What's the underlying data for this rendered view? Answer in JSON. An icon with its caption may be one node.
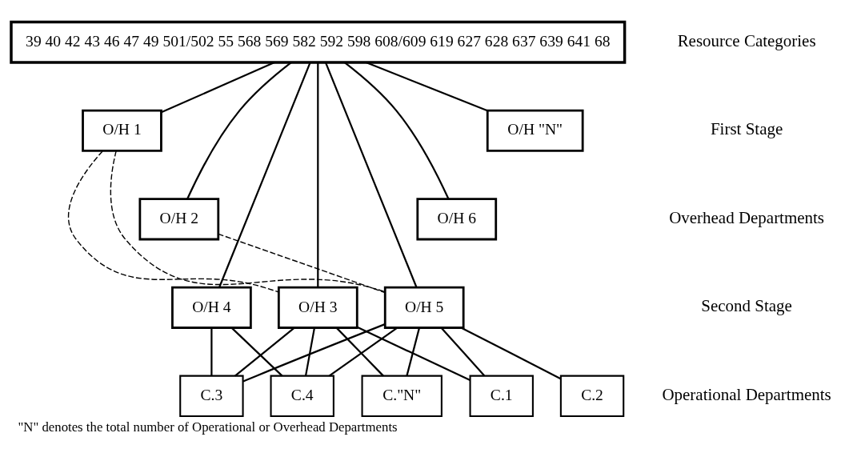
{
  "diagram": {
    "caption": "\"N\" denotes the total number of Operational or Overhead Departments",
    "nodes": [
      {
        "text": [
          "39 40 42 43 46 47 49 501/502 55 568 569 582 592 598 608/609 619 627 628 637 639 641 68"
        ]
      },
      {
        "text": [
          "O/H 1"
        ]
      },
      {
        "text": [
          "O/H 2"
        ]
      },
      {
        "text": [
          "O/H 3"
        ]
      },
      {
        "text": [
          "O/H 4"
        ]
      },
      {
        "text": [
          "O/H 5"
        ]
      },
      {
        "text": [
          "O/H 6"
        ]
      },
      {
        "text": [
          "O/H \"N\""
        ]
      },
      {
        "text": [
          "C.1"
        ]
      },
      {
        "text": [
          "C.2"
        ]
      },
      {
        "text": [
          "C.3"
        ]
      },
      {
        "text": [
          "C.4"
        ]
      },
      {
        "text": [
          "C.\"N\""
        ]
      }
    ],
    "edges": [
      {
        "from": 0,
        "to": 1,
        "arrow": "none"
      },
      {
        "from": 0,
        "to": 2,
        "arrow": "none"
      },
      {
        "from": 0,
        "to": 3,
        "arrow": "none"
      },
      {
        "from": 0,
        "to": 4,
        "arrow": "none"
      },
      {
        "from": 0,
        "to": 5,
        "arrow": "none"
      },
      {
        "from": 0,
        "to": 6,
        "arrow": "none"
      },
      {
        "from": 0,
        "to": 7,
        "arrow": "none"
      },
      {
        "from": 1,
        "to": 3,
        "arrow": "none",
        "style": "dashed"
      },
      {
        "from": 1,
        "to": 5,
        "arrow": "none",
        "style": "dashed"
      },
      {
        "from": 2,
        "to": 5,
        "arrow": "none",
        "style": "dashed"
      },
      {
        "from": 3,
        "to": 8,
        "arrow": "none"
      },
      {
        "from": 3,
        "to": 10,
        "arrow": "none"
      },
      {
        "from": 3,
        "to": 11,
        "arrow": "none"
      },
      {
        "from": 3,
        "to": 12,
        "arrow": "none"
      },
      {
        "from": 4,
        "to": 10,
        "arrow": "none"
      },
      {
        "from": 4,
        "to": 11,
        "arrow": "none"
      },
      {
        "from": 5,
        "to": 8,
        "arrow": "none"
      },
      {
        "from": 5,
        "to": 9,
        "arrow": "none"
      },
      {
        "from": 5,
        "to": 10,
        "arrow": "none"
      },
      {
        "from": 5,
        "to": 11,
        "arrow": "none"
      },
      {
        "from": 5,
        "to": 12,
        "arrow": "none"
      }
    ],
    "labels": [
      "Resource Categories",
      "First Stage",
      "Overhead Departments",
      "Second Stage",
      "Operational Departments"
    ]
  }
}
